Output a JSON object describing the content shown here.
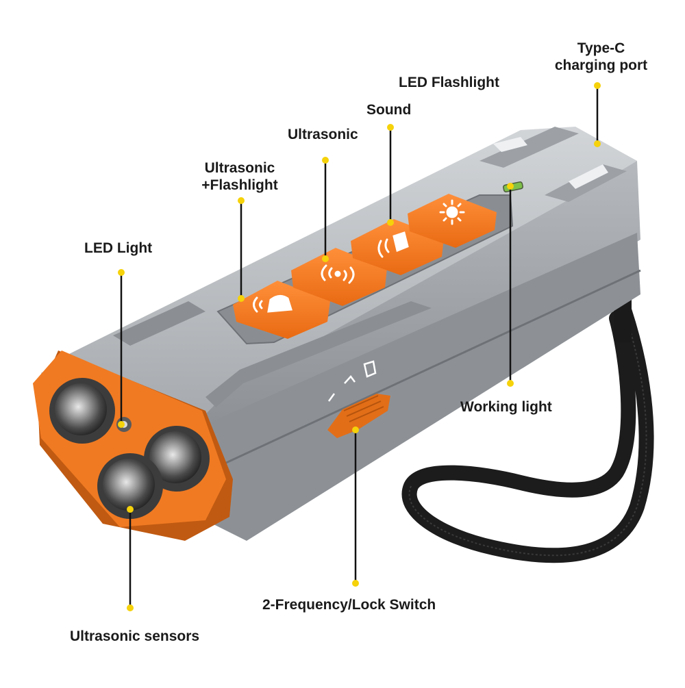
{
  "colors": {
    "accent_orange": "#F07A22",
    "body_gray": "#9A9EA3",
    "callout_dot": "#F5D20A",
    "callout_line": "#111111",
    "strap_black": "#1C1C1C"
  },
  "callouts": {
    "type_c_port": {
      "line1": "Type-C",
      "line2": "charging port"
    },
    "led_flashlight": {
      "text": "LED Flashlight"
    },
    "sound": {
      "text": "Sound"
    },
    "ultrasonic": {
      "text": "Ultrasonic"
    },
    "ultrasonic_flashlight": {
      "line1": "Ultrasonic",
      "line2": "+Flashlight"
    },
    "led_light": {
      "text": "LED Light"
    },
    "working_light": {
      "text": "Working light"
    },
    "frequency_lock_switch": {
      "text": "2-Frequency/Lock Switch"
    },
    "ultrasonic_sensors": {
      "text": "Ultrasonic sensors"
    }
  },
  "icons": {
    "button_1": "bell-waves-icon",
    "button_2": "ultrasonic-waves-icon",
    "button_3": "horn-sound-icon",
    "button_4": "sun-flashlight-icon",
    "switch_marks": "frequency-lock-marks-icon"
  }
}
